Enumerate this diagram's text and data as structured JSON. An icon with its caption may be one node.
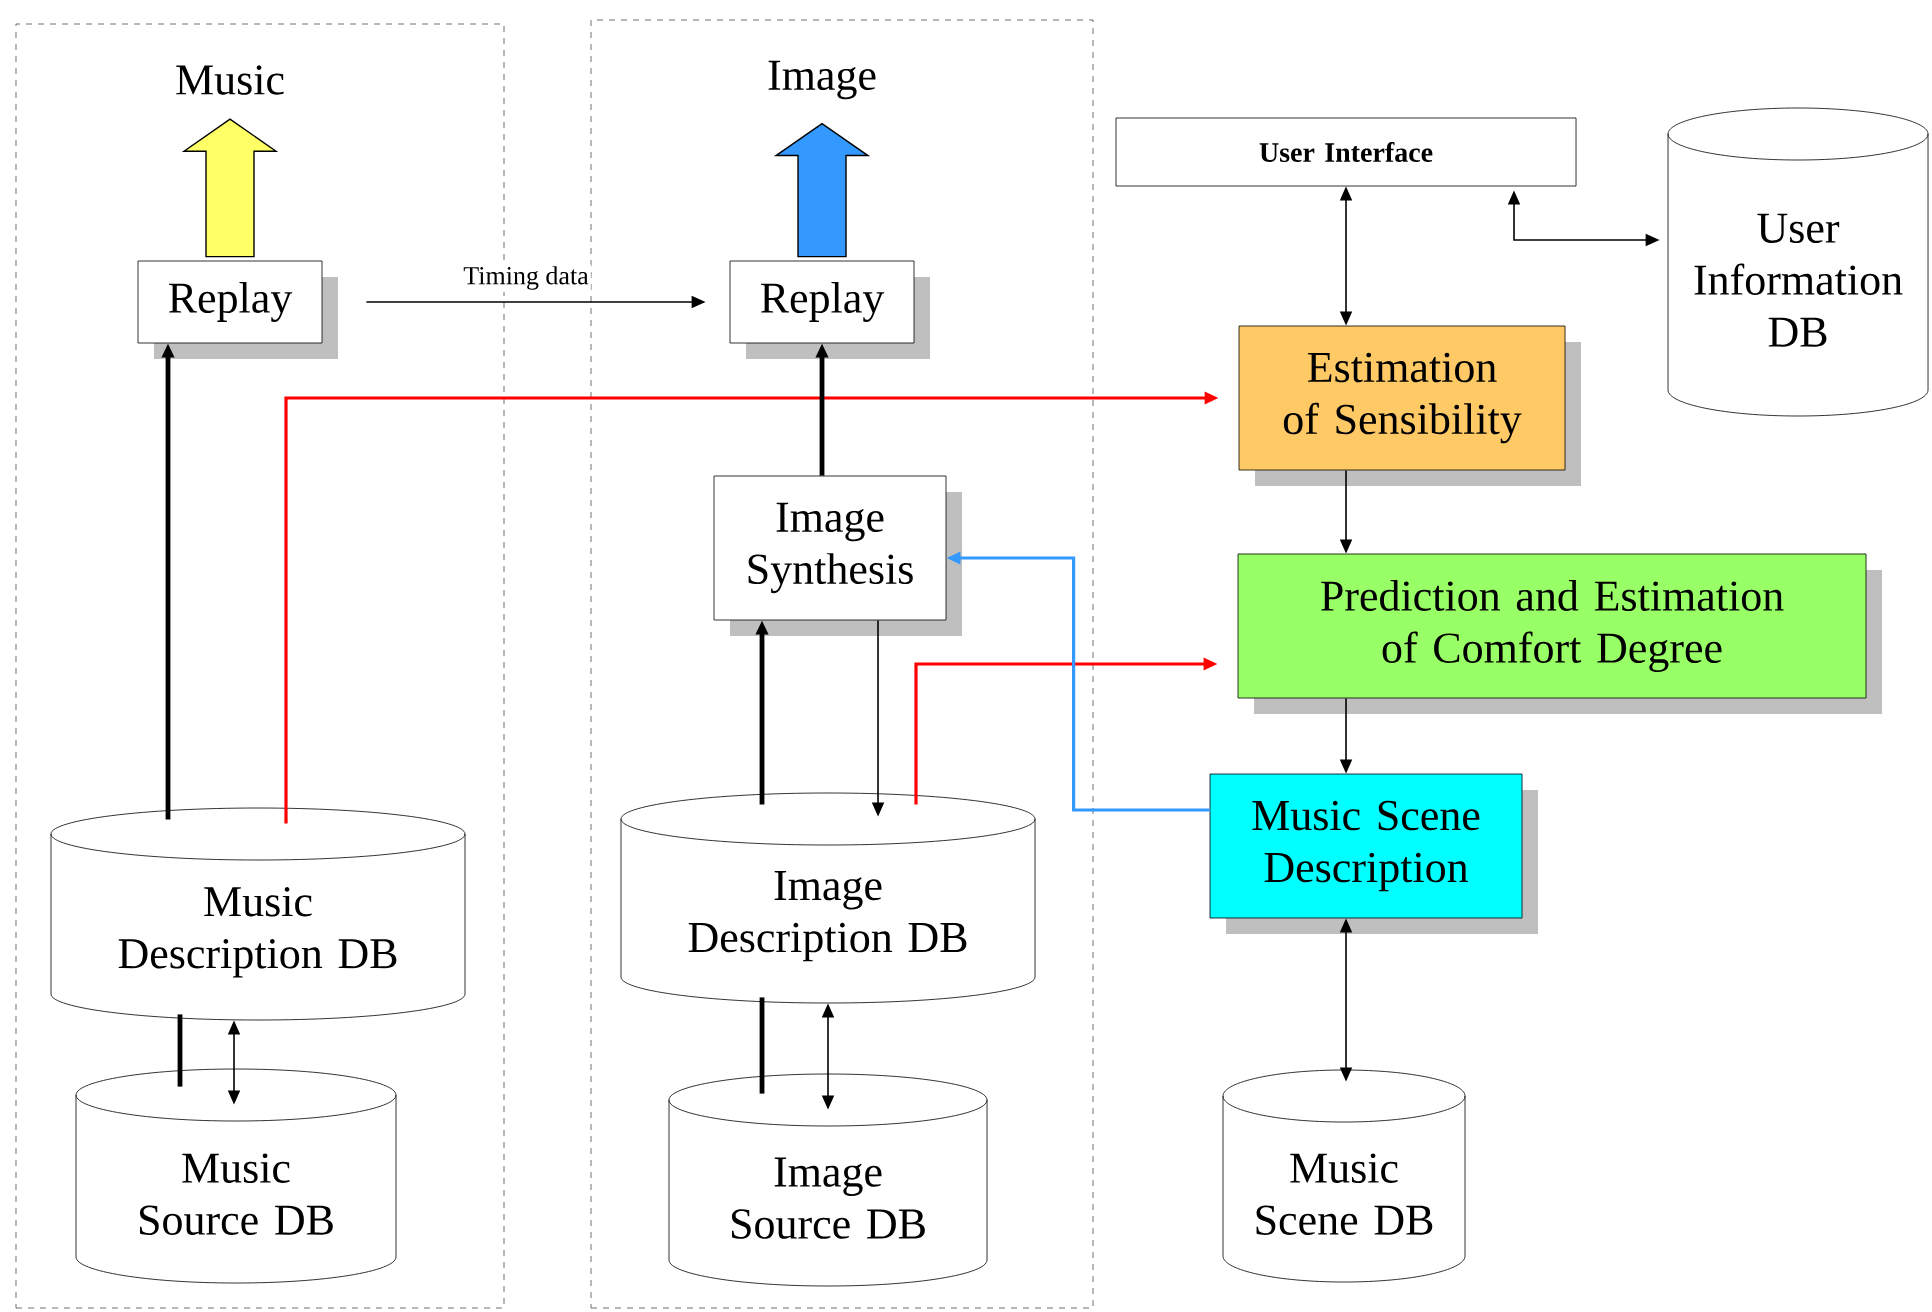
{
  "diagram": {
    "nodes": [
      {
        "text": [],
        "shape": "box"
      },
      {
        "text": [
          "Music"
        ],
        "in": 0
      },
      {
        "text": [
          "Replay"
        ],
        "in": 0
      },
      {
        "text": [
          "Music Description DB"
        ],
        "in": 0
      },
      {
        "text": [
          "Music Source DB"
        ],
        "in": 0
      },
      {
        "text": [],
        "shape": "box"
      },
      {
        "text": [
          "Image"
        ],
        "in": 5
      },
      {
        "text": [
          "Replay"
        ],
        "in": 5
      },
      {
        "text": [
          "Image Synthesis"
        ],
        "in": 5
      },
      {
        "text": [
          "Image Description DB"
        ],
        "in": 5
      },
      {
        "text": [
          "Image Source DB"
        ],
        "in": 5
      },
      {
        "text": [
          "User Interface"
        ]
      },
      {
        "text": [
          "User Information DB"
        ]
      },
      {
        "text": [
          "Estimation of Sensibility"
        ]
      },
      {
        "text": [
          "Prediction and Estimation of Comfort Degree"
        ]
      },
      {
        "text": [
          "Music Scene Description"
        ]
      },
      {
        "text": [
          "Music Scene DB"
        ]
      }
    ],
    "edges": [
      {
        "from": 2,
        "to": 1,
        "arrow": "to",
        "style": "thick",
        "color": "#ffff66"
      },
      {
        "from": 7,
        "to": 6,
        "arrow": "to",
        "style": "thick",
        "color": "#3399ff"
      },
      {
        "from": 2,
        "to": 7,
        "arrow": "to",
        "label": "Timing data"
      },
      {
        "from": 3,
        "to": 2,
        "arrow": "to",
        "style": "thick"
      },
      {
        "from": 3,
        "to": 13,
        "arrow": "to",
        "color": "#ff0000"
      },
      {
        "from": 4,
        "to": 3,
        "arrow": "none",
        "style": "thick"
      },
      {
        "from": 3,
        "to": 4,
        "arrow": "both"
      },
      {
        "from": 8,
        "to": 7,
        "arrow": "to",
        "style": "thick"
      },
      {
        "from": 9,
        "to": 8,
        "arrow": "to",
        "style": "thick"
      },
      {
        "from": 8,
        "to": 9,
        "arrow": "to"
      },
      {
        "from": 9,
        "to": 14,
        "arrow": "to",
        "color": "#ff0000"
      },
      {
        "from": 10,
        "to": 9,
        "arrow": "none",
        "style": "thick"
      },
      {
        "from": 9,
        "to": 10,
        "arrow": "both"
      },
      {
        "from": 15,
        "to": 8,
        "arrow": "to",
        "color": "#3399ff"
      },
      {
        "from": 11,
        "to": 13,
        "arrow": "both"
      },
      {
        "from": 11,
        "to": 12,
        "arrow": "both"
      },
      {
        "from": 13,
        "to": 14,
        "arrow": "to"
      },
      {
        "from": 14,
        "to": 15,
        "arrow": "to"
      },
      {
        "from": 16,
        "to": 15,
        "arrow": "both"
      }
    ]
  }
}
